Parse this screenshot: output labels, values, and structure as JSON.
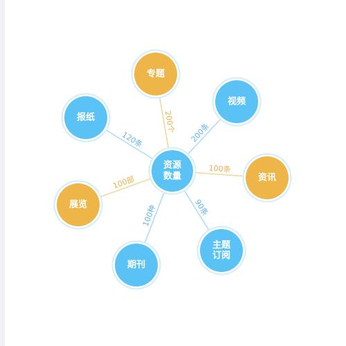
{
  "colors": {
    "blue": "#5bc2f6",
    "orange": "#eeb548",
    "ring_blue": "#d2edfb",
    "ring_orange": "#d2edfb",
    "edge_blue": "#aeddf3",
    "edge_orange": "#f4d79b",
    "label_blue": "#63b4e3",
    "label_orange": "#ebb04c"
  },
  "center": {
    "lines": [
      "资源",
      "数量"
    ],
    "color": "blue"
  },
  "nodes": [
    {
      "id": "zhuanti",
      "lines": [
        "专题"
      ],
      "color": "orange",
      "edge_label": "200个",
      "edge_color": "orange"
    },
    {
      "id": "shipin",
      "lines": [
        "视频"
      ],
      "color": "blue",
      "edge_label": "200条",
      "edge_color": "blue"
    },
    {
      "id": "zixun",
      "lines": [
        "资讯"
      ],
      "color": "orange",
      "edge_label": "100条",
      "edge_color": "orange"
    },
    {
      "id": "zhutidingyue",
      "lines": [
        "主题",
        "订阅"
      ],
      "color": "blue",
      "edge_label": "90条",
      "edge_color": "blue"
    },
    {
      "id": "qikan",
      "lines": [
        "期刊"
      ],
      "color": "blue",
      "edge_label": "100种",
      "edge_color": "blue"
    },
    {
      "id": "zhanlan",
      "lines": [
        "展览"
      ],
      "color": "orange",
      "edge_label": "100部",
      "edge_color": "orange"
    },
    {
      "id": "baozhi",
      "lines": [
        "报纸"
      ],
      "color": "blue",
      "edge_label": "120条",
      "edge_color": "blue"
    }
  ]
}
